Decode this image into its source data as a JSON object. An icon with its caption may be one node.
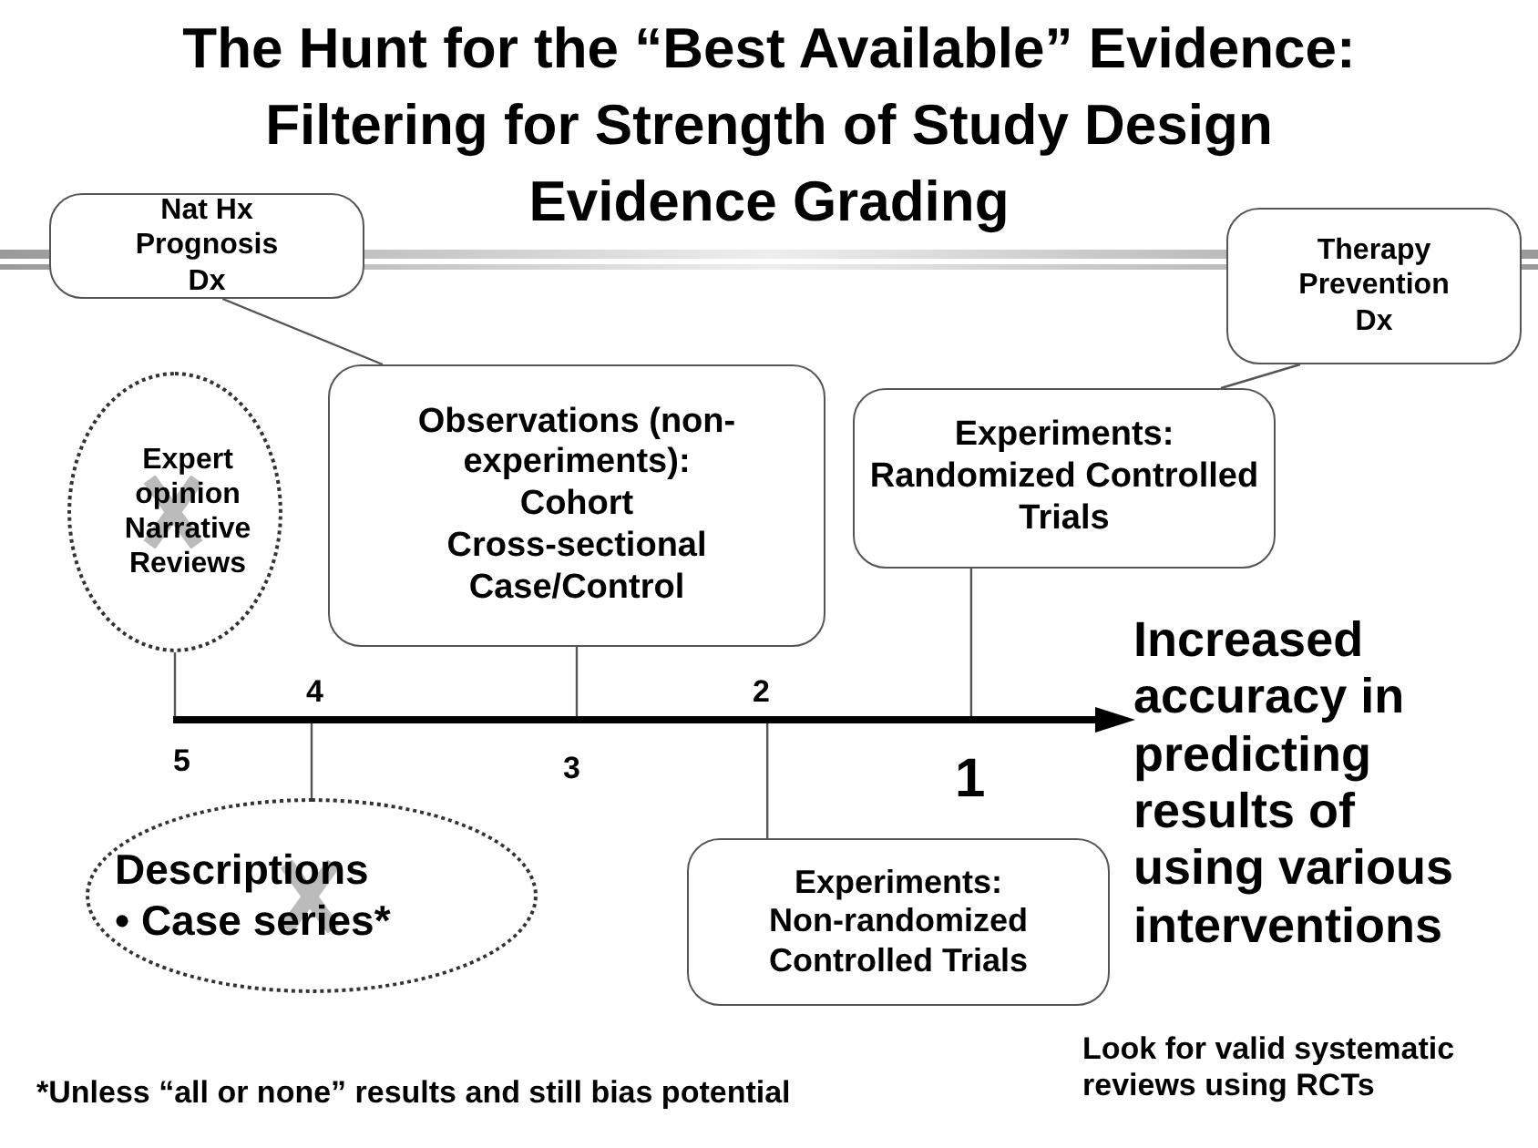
{
  "diagram": {
    "title": "The Hunt for the “Best Available” Evidence: Filtering for Strength of Study Design Evidence Grading",
    "nodes": [
      {
        "text": [
          "Nat Hx",
          "Prognosis",
          "Dx"
        ]
      },
      {
        "text": [
          "Therapy",
          "Prevention",
          "Dx"
        ]
      },
      {
        "text": [
          "Expert opinion",
          "Narrative Reviews"
        ]
      },
      {
        "text": [
          "Observations (non-experiments):",
          "Cohort",
          "Cross-sectional",
          "Case/Control"
        ]
      },
      {
        "text": [
          "Experiments:",
          "Randomized Controlled Trials"
        ]
      },
      {
        "text": [],
        "shape": "arrow"
      },
      {
        "text": [
          "Descriptions",
          "• Case series*"
        ]
      },
      {
        "text": [
          "Experiments:",
          "Non-randomized Controlled Trials"
        ]
      }
    ],
    "edges": [
      {
        "from": 0,
        "to": 3,
        "arrow": "none"
      },
      {
        "from": 1,
        "to": 4,
        "arrow": "none"
      },
      {
        "from": 2,
        "to": 5,
        "arrow": "none"
      },
      {
        "from": 3,
        "to": 5,
        "arrow": "none"
      },
      {
        "from": 4,
        "to": 5,
        "arrow": "none"
      },
      {
        "from": 6,
        "to": 5,
        "arrow": "none"
      },
      {
        "from": 7,
        "to": 5,
        "arrow": "none"
      }
    ],
    "labels": [
      "4",
      "2",
      "5",
      "3",
      "1",
      "Increased accuracy in predicting results of using various interventions",
      "Look for valid systematic reviews using RCTs",
      "*Unless “all or none” results and still bias potential"
    ]
  }
}
